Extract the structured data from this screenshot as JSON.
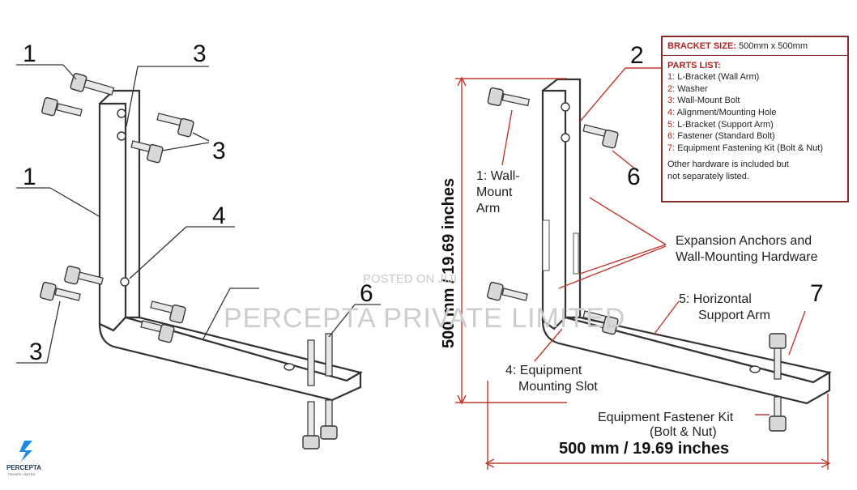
{
  "callouts_left": {
    "c1a": "1",
    "c3a": "3",
    "c3b": "3",
    "c1b": "1",
    "c4": "4",
    "c6": "6",
    "c3c": "3"
  },
  "callouts_right": {
    "c2": "2",
    "c6": "6",
    "c7": "7"
  },
  "labels": {
    "wall_arm_l1": "1: Wall-",
    "wall_arm_l2": "Mount",
    "wall_arm_l3": "Arm",
    "anchors_l1": "Expansion Anchors and",
    "anchors_l2": "Wall-Mounting Hardware",
    "horiz_l1": "5: Horizontal",
    "horiz_l2": "Support Arm",
    "slot_l1": "4: Equipment",
    "slot_l2": "Mounting Slot",
    "kit_l1": "Equipment Fastener Kit",
    "kit_l2": "(Bolt & Nut)"
  },
  "dimensions": {
    "vertical": "500 mm / 19.69 inches",
    "horizontal": "500 mm / 19.69 inches"
  },
  "parts_box": {
    "size_label": "BRACKET SIZE:",
    "size_value": "500mm x 500mm",
    "list_title": "PARTS LIST:",
    "items": [
      {
        "num": "1:",
        "text": "L-Bracket (Wall Arm)"
      },
      {
        "num": "2:",
        "text": "Washer"
      },
      {
        "num": "3:",
        "text": "Wall-Mount Bolt"
      },
      {
        "num": "4:",
        "text": "Alignment/Mounting Hole"
      },
      {
        "num": "5:",
        "text": "L-Bracket (Support Arm)"
      },
      {
        "num": "6:",
        "text": "Fastener (Standard Bolt)"
      },
      {
        "num": "7:",
        "text": "Equipment Fastening Kit (Bolt & Nut)"
      }
    ],
    "note_l1": "Other hardware is included but",
    "note_l2": "not separately listed."
  },
  "watermark": {
    "line1": "POSTED ON JIJI",
    "line2": "PERCEPTA PRIVATE LIMITED"
  },
  "logo": {
    "name": "PERCEPTA",
    "sub": "PRIVATE LIMITED"
  },
  "colors": {
    "accent": "#c0392b",
    "box_border": "#8b2a2a",
    "line": "#333333"
  }
}
